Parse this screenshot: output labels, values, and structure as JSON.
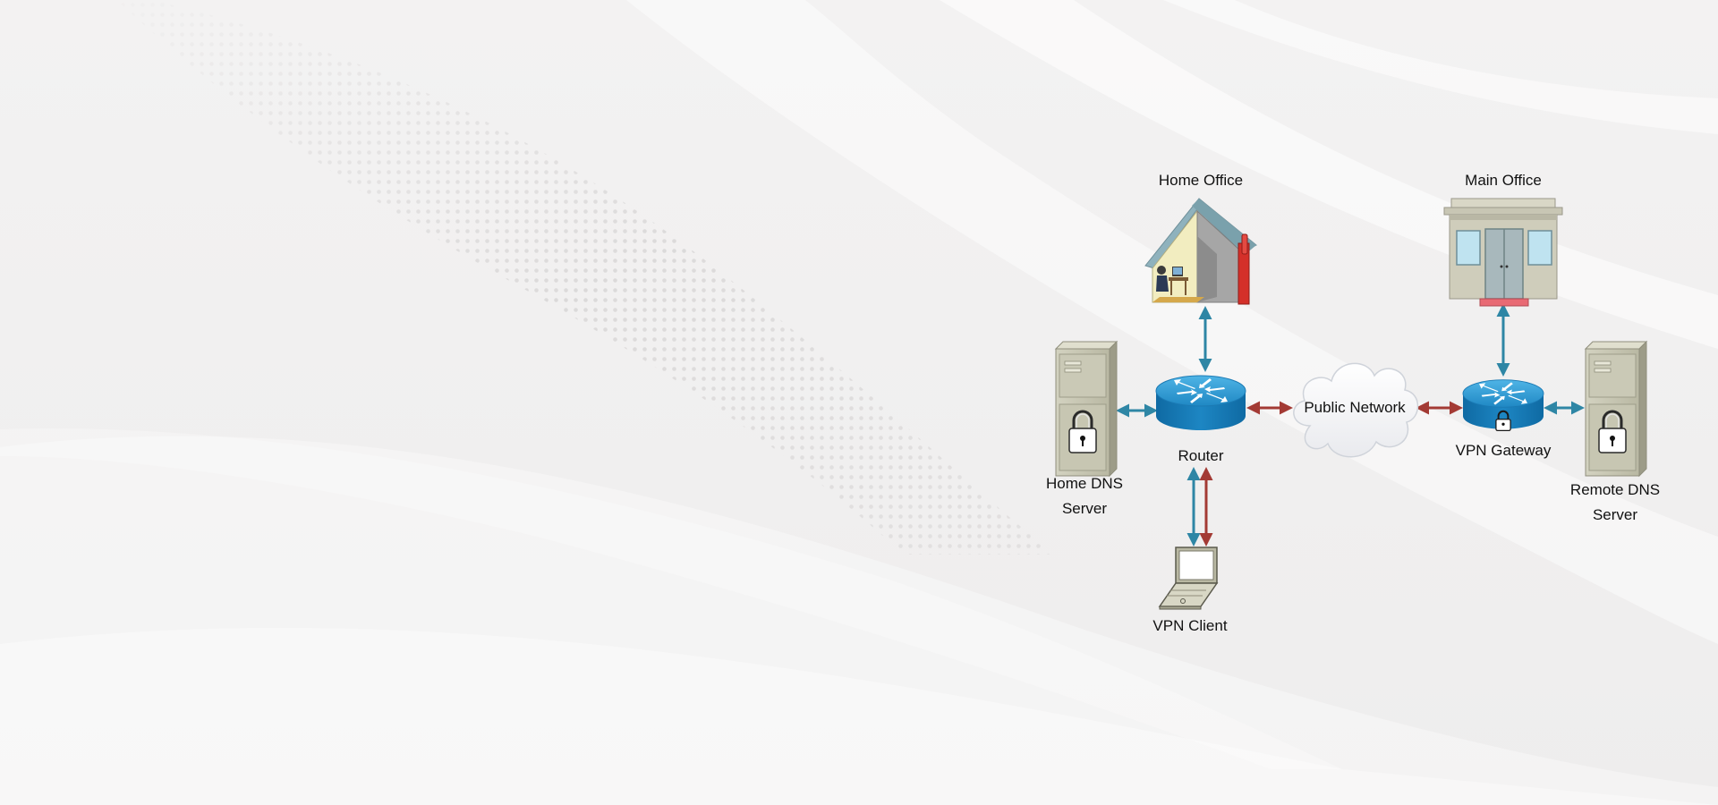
{
  "background": {
    "base_color": "#f1f0f0",
    "wave_color": "#ffffff",
    "dot_color": "#d8d6d6"
  },
  "colors": {
    "router_blue": "#1f88c4",
    "arrow_blue": "#2e86a5",
    "arrow_red": "#a33a34",
    "server_body": "#c3c2ae",
    "building_wall": "#cfcdbb"
  },
  "nodes": {
    "home_office": {
      "label": "Home Office",
      "icon": "house-icon"
    },
    "main_office": {
      "label": "Main Office",
      "icon": "building-icon"
    },
    "router": {
      "label": "Router",
      "icon": "router-icon"
    },
    "public_network": {
      "label": "Public Network",
      "icon": "cloud-icon"
    },
    "vpn_gateway": {
      "label": "VPN Gateway",
      "icon": "router-lock-icon"
    },
    "home_dns": {
      "label_line1": "Home DNS",
      "label_line2": "Server",
      "icon": "server-lock-icon"
    },
    "remote_dns": {
      "label_line1": "Remote DNS",
      "label_line2": "Server",
      "icon": "server-lock-icon"
    },
    "vpn_client": {
      "label": "VPN Client",
      "icon": "laptop-icon"
    }
  },
  "connections": [
    {
      "from": "Home Office",
      "to": "Router",
      "color": "blue"
    },
    {
      "from": "Home DNS Server",
      "to": "Router",
      "color": "blue"
    },
    {
      "from": "Router",
      "to": "Public Network",
      "color": "red"
    },
    {
      "from": "Public Network",
      "to": "VPN Gateway",
      "color": "red"
    },
    {
      "from": "Main Office",
      "to": "VPN Gateway",
      "color": "blue"
    },
    {
      "from": "VPN Gateway",
      "to": "Remote DNS Server",
      "color": "blue"
    },
    {
      "from": "Router",
      "to": "VPN Client",
      "color": "blue"
    },
    {
      "from": "Router",
      "to": "VPN Client",
      "color": "red"
    }
  ]
}
